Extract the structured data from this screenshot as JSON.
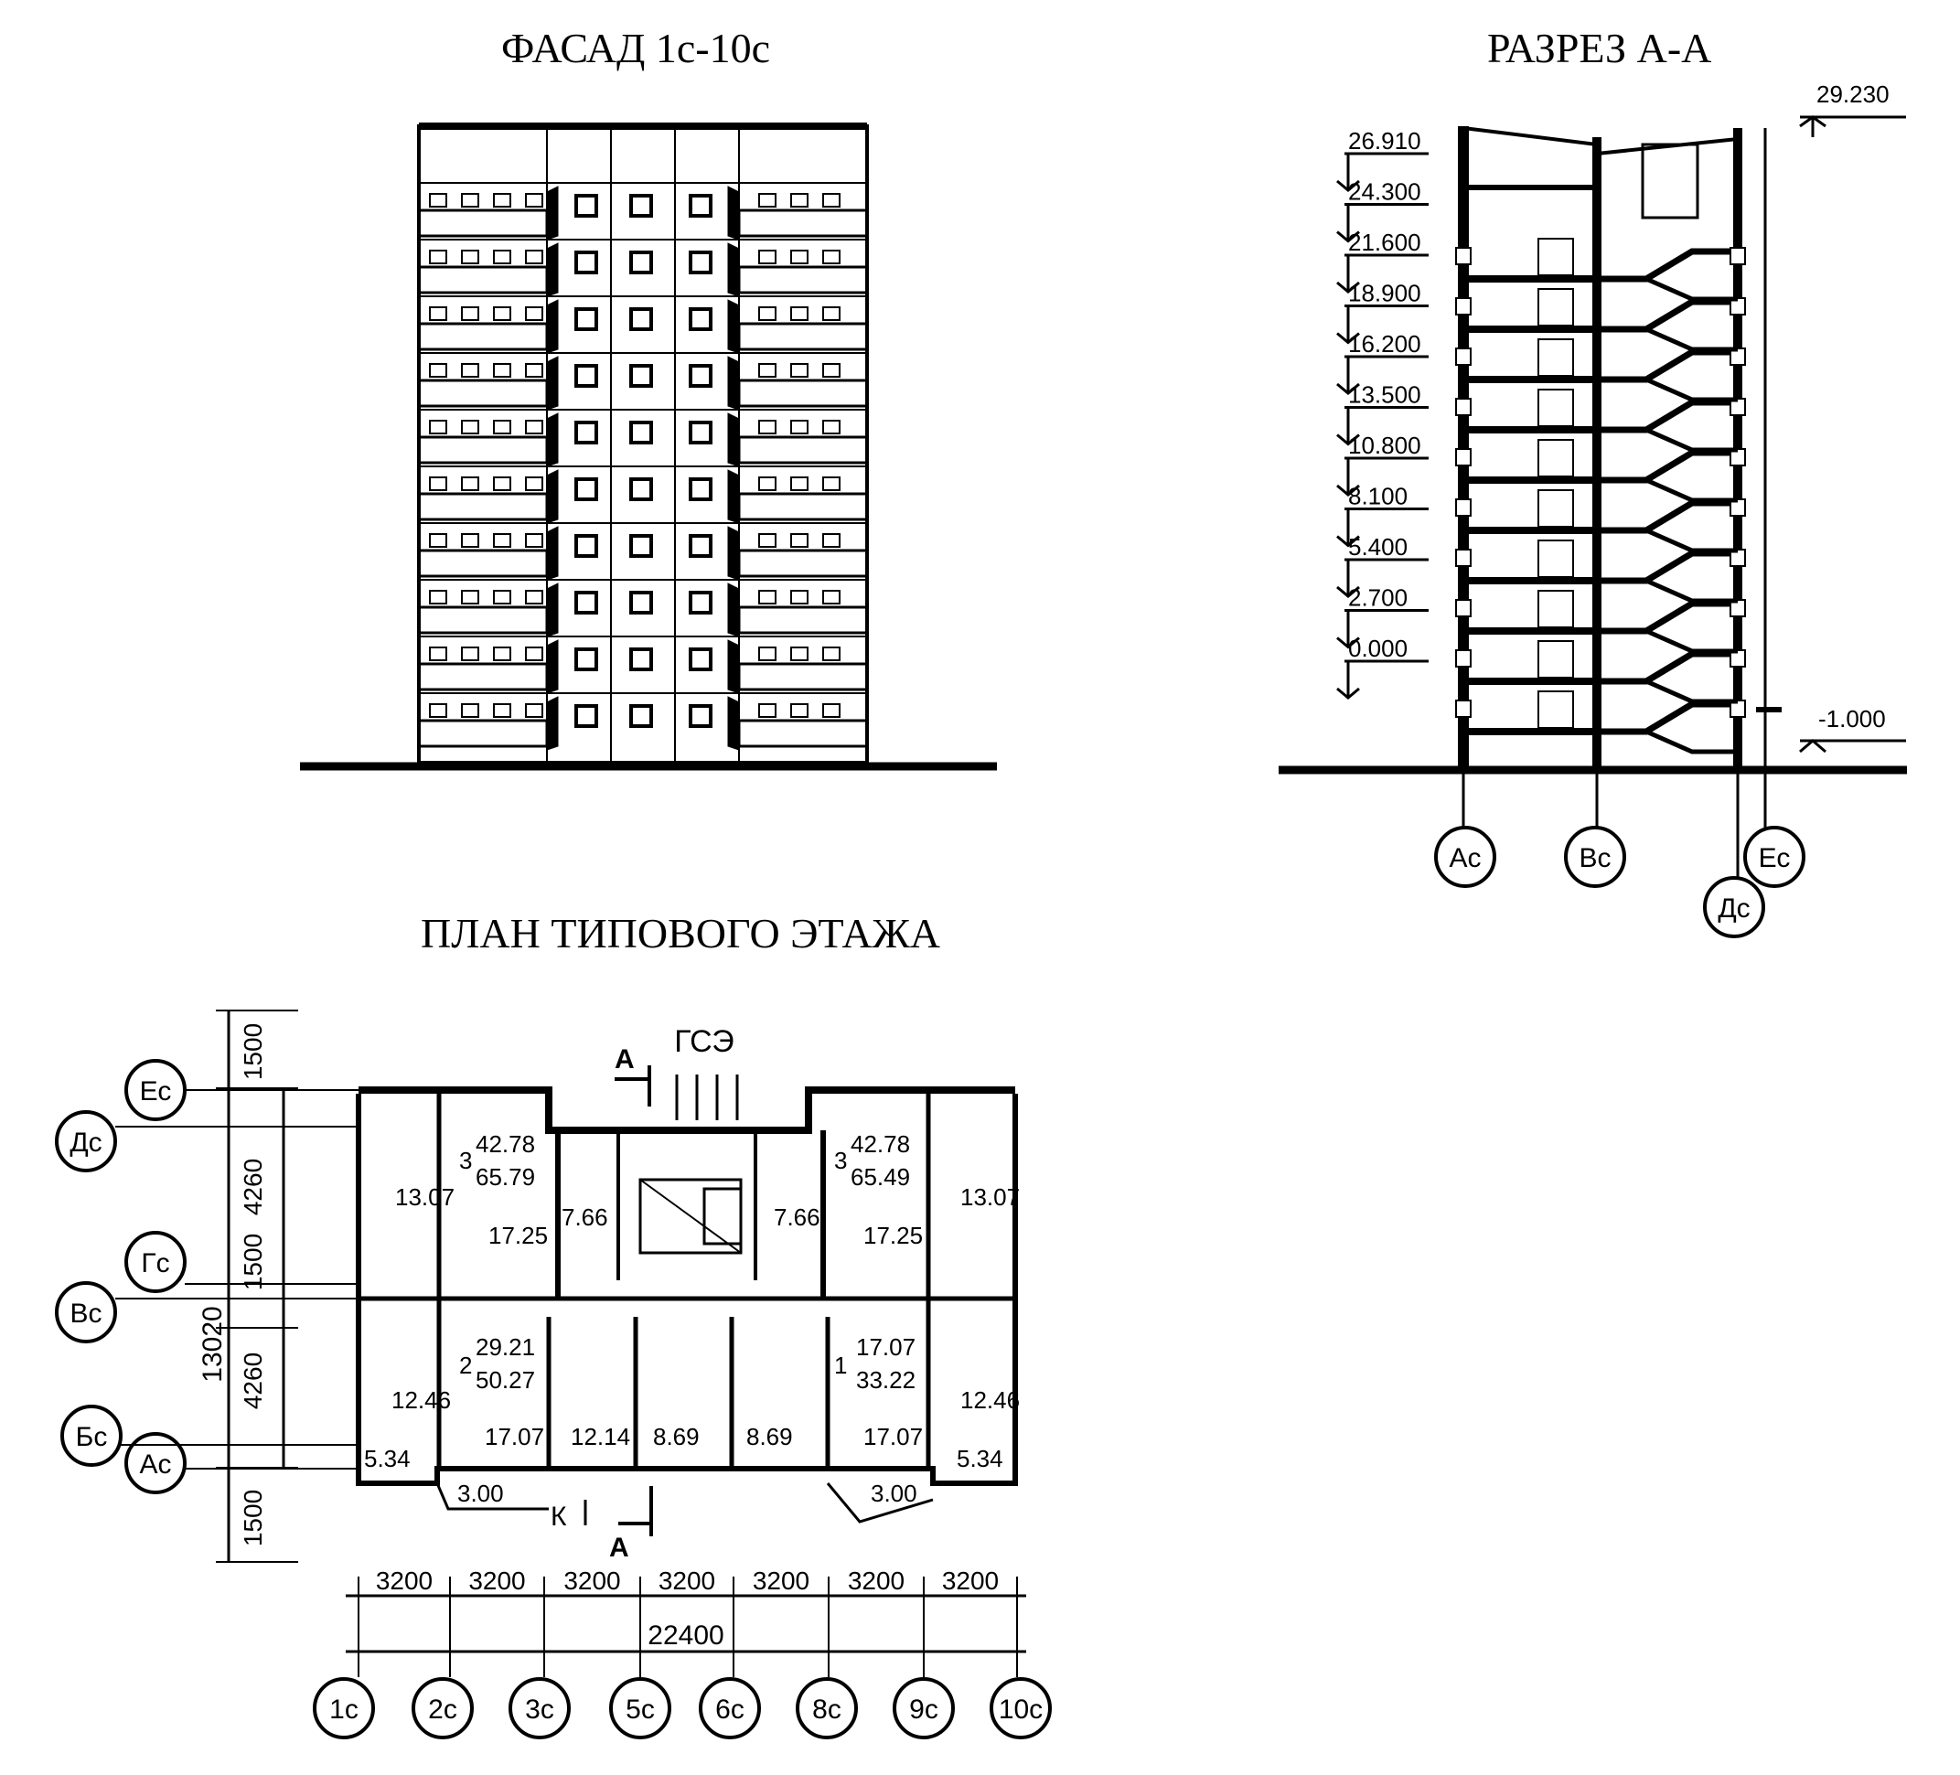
{
  "titles": {
    "facade": "ФАСАД  1с-10с",
    "section": "РАЗРЕЗ А-А",
    "plan": "ПЛАН ТИПОВОГО ЭТАЖА"
  },
  "section": {
    "top_mark": "29.230",
    "bottom_mark": "-1.000",
    "levels": [
      "26.910",
      "24.300",
      "21.600",
      "18.900",
      "16.200",
      "13.500",
      "10.800",
      "8.100",
      "5.400",
      "2.700",
      "0.000"
    ],
    "axes": [
      "Ас",
      "Вс",
      "Дс",
      "Ес"
    ]
  },
  "plan": {
    "cut_label": "А",
    "entry_label": "ГСЭ",
    "entry_k": "К",
    "row_axes": [
      "Ес",
      "Дс",
      "Гс",
      "Вс",
      "Бс",
      "Ас"
    ],
    "col_axes": [
      "1с",
      "2с",
      "3с",
      "5с",
      "6с",
      "8с",
      "9с",
      "10с"
    ],
    "span_dims": [
      "3200",
      "3200",
      "3200",
      "3200",
      "3200",
      "3200",
      "3200"
    ],
    "total_dim": "22400",
    "vertical_dims": [
      "1500",
      "4260",
      "1500",
      "4260",
      "1500"
    ],
    "vertical_total": "13020",
    "rooms": {
      "a1": "42.78",
      "a1b": "65.79",
      "n3a": "3",
      "a2": "42.78",
      "a2b": "65.49",
      "n3b": "3",
      "r1307a": "13.07",
      "r1307b": "13.07",
      "r766a": "7.66",
      "r766b": "7.66",
      "r1725a": "17.25",
      "r1725b": "17.25",
      "b1": "29.21",
      "b1b": "50.27",
      "n2": "2",
      "c1": "17.07",
      "c1b": "33.22",
      "n1": "1",
      "r1246a": "12.46",
      "r1246b": "12.46",
      "r1707a": "17.07",
      "r1707b": "17.07",
      "r1214": "12.14",
      "r869a": "8.69",
      "r869b": "8.69",
      "r534a": "5.34",
      "r534b": "5.34",
      "r300a": "3.00",
      "r300b": "3.00"
    }
  }
}
